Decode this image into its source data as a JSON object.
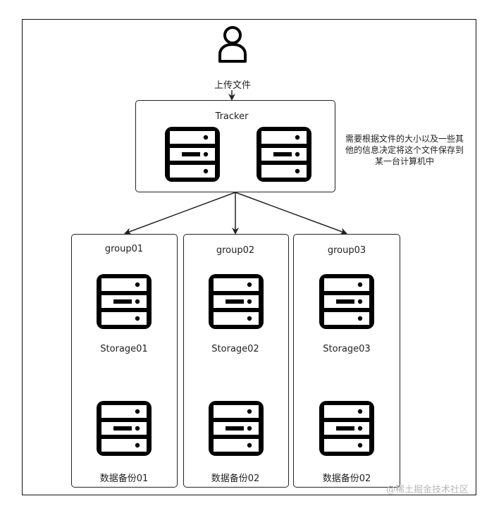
{
  "user": {
    "icon": "user-icon",
    "label": "上传文件"
  },
  "tracker": {
    "title": "Tracker",
    "note_lines": [
      "需要根据文件的大小以及一些其",
      "他的信息决定将这个文件保存到",
      "某一台计算机中"
    ]
  },
  "groups": [
    {
      "title": "group01",
      "storage_label": "Storage01",
      "backup_label": "数据备份01"
    },
    {
      "title": "group02",
      "storage_label": "Storage02",
      "backup_label": "数据备份02"
    },
    {
      "title": "group03",
      "storage_label": "Storage03",
      "backup_label": "数据备份02"
    }
  ],
  "watermark": "@稀土掘金技术社区",
  "colors": {
    "line": "#222222",
    "icon": "#000000"
  }
}
